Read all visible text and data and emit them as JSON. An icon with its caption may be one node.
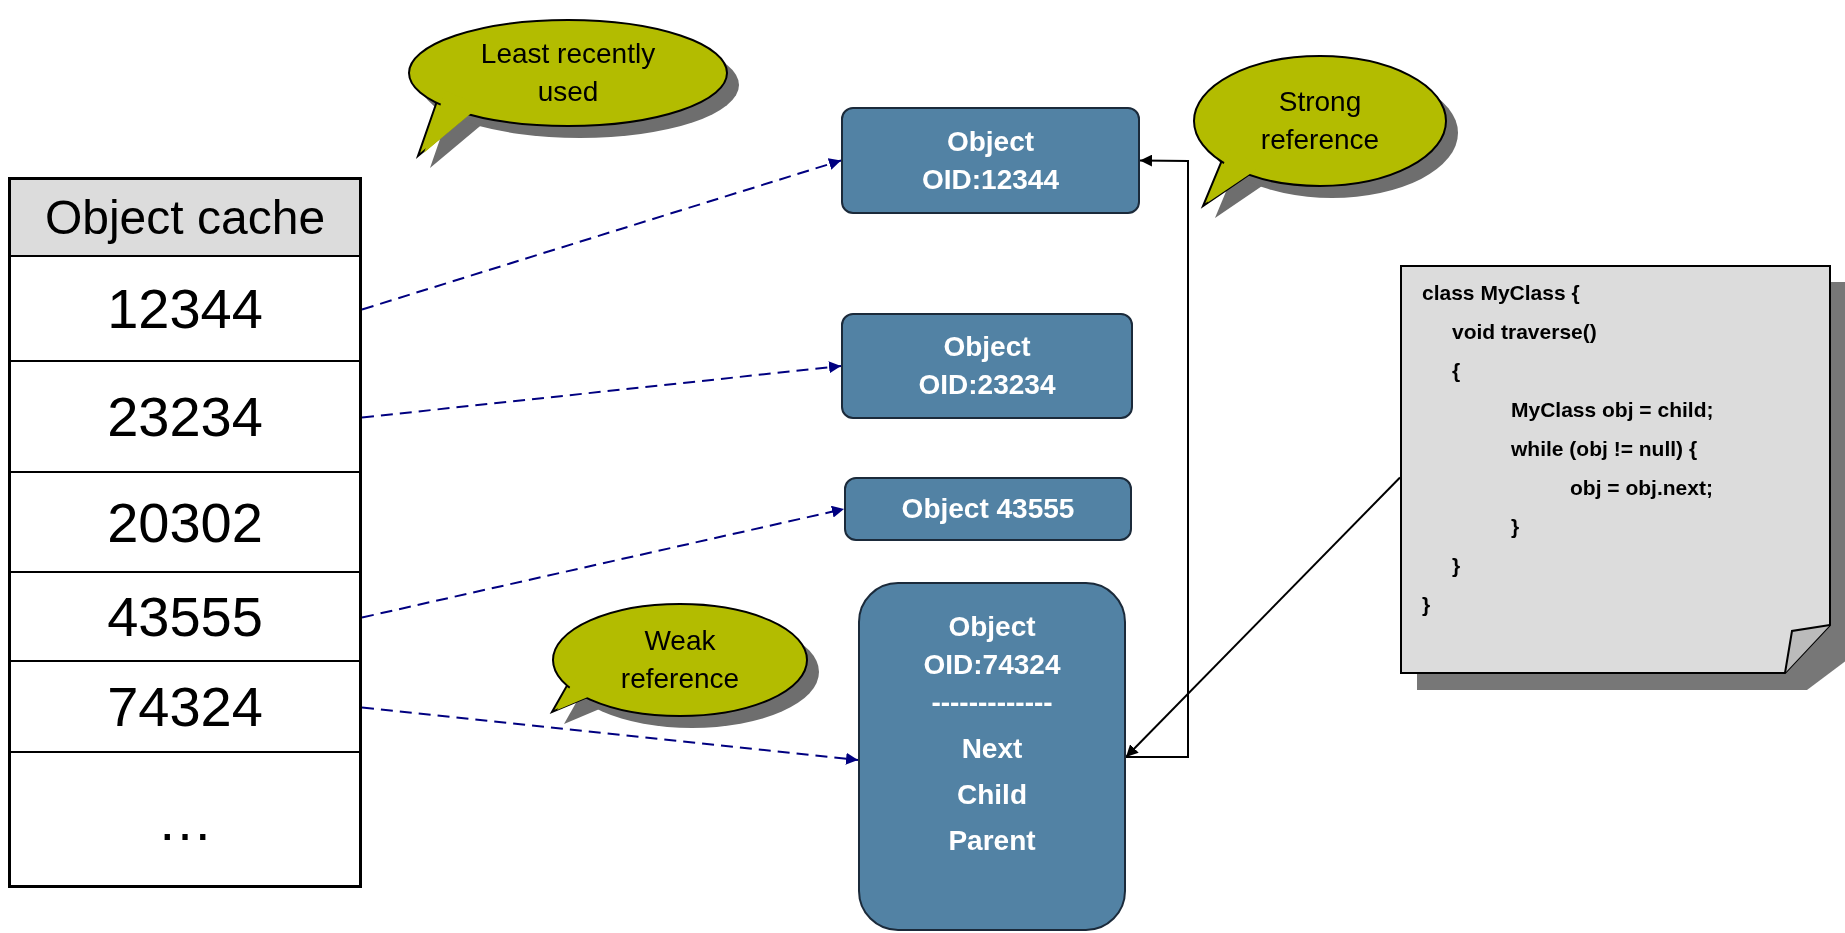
{
  "diagram": {
    "nodes": [
      {
        "text": [
          "Object cache"
        ]
      },
      {
        "text": [
          "12344"
        ],
        "in": 0
      },
      {
        "text": [
          "23234"
        ],
        "in": 0
      },
      {
        "text": [
          "20302"
        ],
        "in": 0
      },
      {
        "text": [
          "43555"
        ],
        "in": 0
      },
      {
        "text": [
          "74324"
        ],
        "in": 0
      },
      {
        "text": [
          "…"
        ],
        "in": 0
      },
      {
        "text": [
          "Object OID:12344"
        ]
      },
      {
        "text": [
          "Object OID:23234"
        ]
      },
      {
        "text": [
          "Object 43555"
        ]
      },
      {
        "text": [
          "Object OID:74324",
          "-------------",
          "Next",
          "Child",
          "Parent"
        ]
      },
      {
        "text": [
          "class MyClass {",
          "void traverse()",
          "{",
          "MyClass obj = child;",
          "while (obj != null) {",
          "obj = obj.next;",
          "}",
          "}",
          "}"
        ]
      },
      {
        "text": [
          "Least recently used"
        ]
      },
      {
        "text": [
          "Strong reference"
        ]
      },
      {
        "text": [
          "Weak reference"
        ]
      }
    ],
    "edges": [
      {
        "from": 1,
        "to": 7,
        "arrow": "to",
        "style": "dashed"
      },
      {
        "from": 2,
        "to": 8,
        "arrow": "to",
        "style": "dashed"
      },
      {
        "from": 4,
        "to": 9,
        "arrow": "to",
        "style": "dashed"
      },
      {
        "from": 5,
        "to": 10,
        "arrow": "to",
        "style": "dashed"
      },
      {
        "from": 10,
        "to": 7,
        "arrow": "to",
        "color": "#000000"
      },
      {
        "from": 11,
        "to": 10,
        "arrow": "to",
        "color": "#000000"
      }
    ]
  }
}
